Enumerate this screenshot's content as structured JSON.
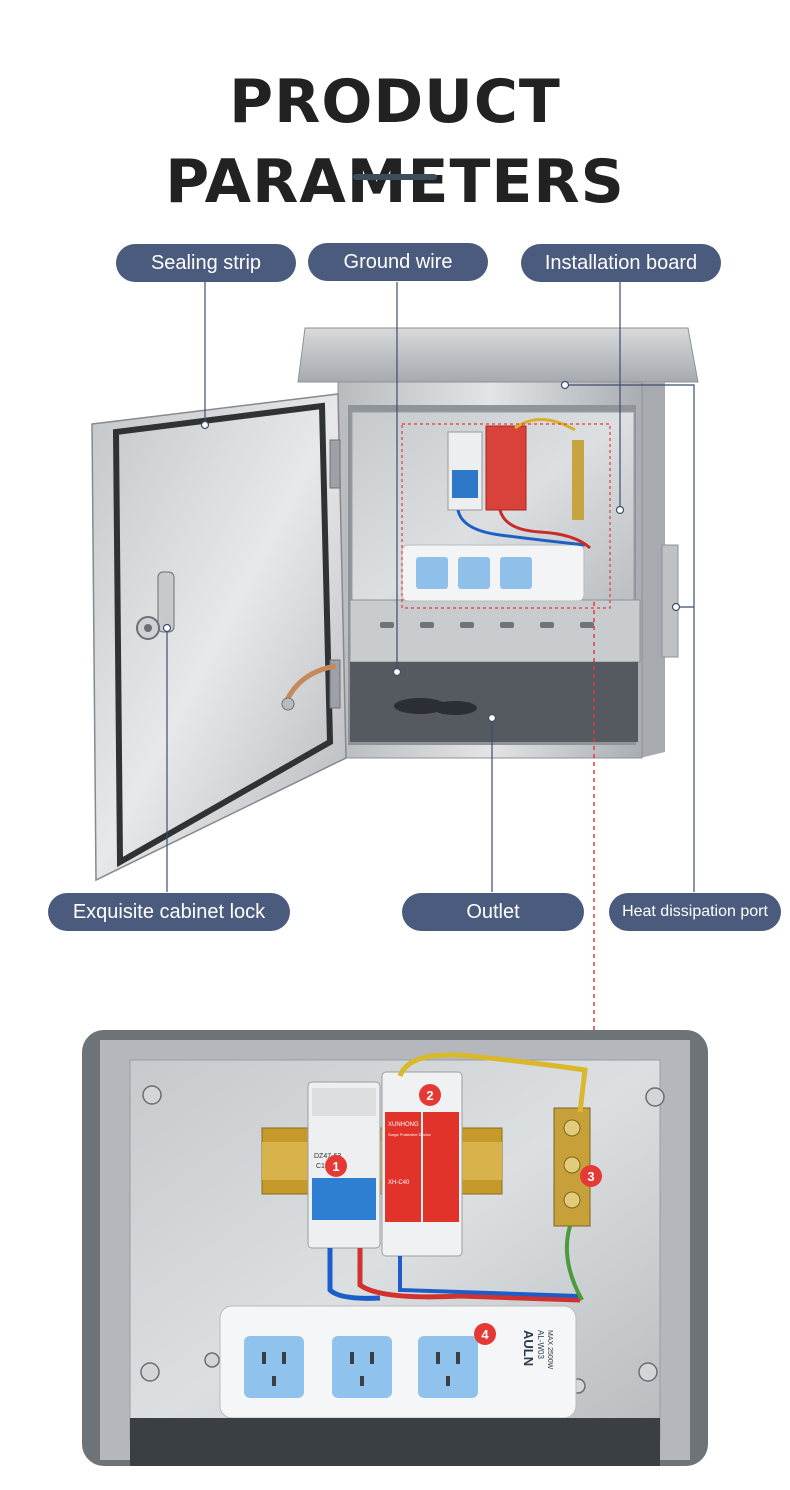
{
  "page": {
    "title": "PRODUCT PARAMETERS"
  },
  "labels": {
    "sealing_strip": "Sealing strip",
    "ground_wire": "Ground wire",
    "installation_board": "Installation board",
    "cabinet_lock": "Exquisite cabinet lock",
    "outlet": "Outlet",
    "heat_port": "Heat dissipation port"
  },
  "callouts": [
    "1",
    "2",
    "3",
    "4"
  ],
  "device_text": {
    "breaker_model": "DZ47-63",
    "breaker_rating": "C16",
    "spd_brand": "XUNHONG",
    "spd_type": "Surge Protective Device",
    "spd_model": "XH-C40",
    "strip_brand": "AULN",
    "strip_model": "AL-W03",
    "strip_power": "MAX 2500W"
  },
  "colors": {
    "pill_bg": "#4a5b7e",
    "title_text": "#222222",
    "callout_red": "#e53935",
    "guide_line": "#3e4d6e",
    "dashed_red": "#e53935"
  }
}
